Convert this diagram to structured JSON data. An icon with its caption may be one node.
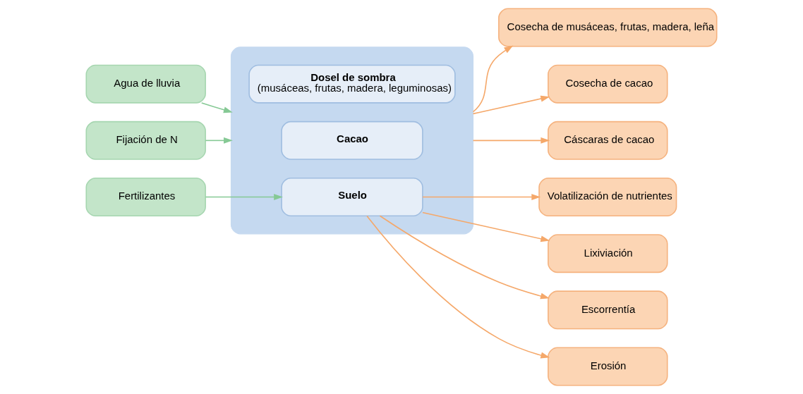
{
  "diagram": {
    "nodes": [
      {
        "text": [],
        "shape": "box"
      },
      {
        "text": [
          "Dosel de sombra",
          "(musáceas, frutas, madera, leguminosas)"
        ],
        "in": 0
      },
      {
        "text": [
          "Cacao"
        ],
        "in": 0
      },
      {
        "text": [
          "Suelo"
        ],
        "in": 0
      },
      {
        "text": [
          "Agua de lluvia"
        ]
      },
      {
        "text": [
          "Fijación de N"
        ]
      },
      {
        "text": [
          "Fertilizantes"
        ]
      },
      {
        "text": [
          "Cosecha de musáceas, frutas, madera, leña"
        ]
      },
      {
        "text": [
          "Cosecha de cacao"
        ]
      },
      {
        "text": [
          "Cáscaras de cacao"
        ]
      },
      {
        "text": [
          "Volatilización de nutrientes"
        ]
      },
      {
        "text": [
          "Lixiviación"
        ]
      },
      {
        "text": [
          "Escorrentía"
        ]
      },
      {
        "text": [
          "Erosión"
        ]
      }
    ],
    "edges": [
      {
        "from": 4,
        "to": 0,
        "arrow": "to",
        "color": "#86c995"
      },
      {
        "from": 5,
        "to": 0,
        "arrow": "to",
        "color": "#86c995"
      },
      {
        "from": 6,
        "to": 3,
        "arrow": "to",
        "color": "#86c995"
      },
      {
        "from": 0,
        "to": 7,
        "arrow": "to"
      },
      {
        "from": 0,
        "to": 8,
        "arrow": "to"
      },
      {
        "from": 0,
        "to": 9,
        "arrow": "to"
      },
      {
        "from": 3,
        "to": 10,
        "arrow": "to"
      },
      {
        "from": 3,
        "to": 11,
        "arrow": "to"
      },
      {
        "from": 3,
        "to": 12,
        "arrow": "to"
      },
      {
        "from": 3,
        "to": 13,
        "arrow": "to"
      }
    ]
  }
}
